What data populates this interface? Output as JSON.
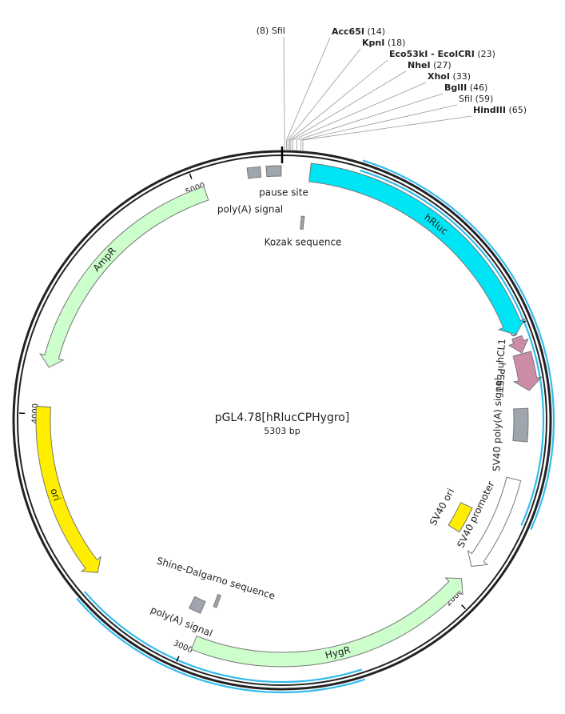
{
  "plasmid": {
    "name": "pGL4.78[hRlucCPHygro]",
    "length_label": "5303 bp",
    "length": 5303
  },
  "colors": {
    "backbone": "#222222",
    "hRluc": "#00e5f5",
    "highlight_ring": "#33bbee",
    "marker_green": "#ccffcc",
    "ori_yellow": "#ffee00",
    "grey_feature": "#a0a6ad",
    "pink_feature": "#cc8ca6",
    "outline": "#777777"
  },
  "restriction_sites": [
    {
      "name": "SfiI",
      "pos": 8,
      "pos_label": "(8)",
      "bold": false
    },
    {
      "name": "Acc65I",
      "pos": 14,
      "pos_label": "(14)",
      "bold": true
    },
    {
      "name": "KpnI",
      "pos": 18,
      "pos_label": "(18)",
      "bold": true
    },
    {
      "name": "Eco53kI - EcoICRI",
      "pos": 23,
      "pos_label": "(23)",
      "bold": true
    },
    {
      "name": "NheI",
      "pos": 27,
      "pos_label": "(27)",
      "bold": true
    },
    {
      "name": "XhoI",
      "pos": 33,
      "pos_label": "(33)",
      "bold": true
    },
    {
      "name": "BglII",
      "pos": 46,
      "pos_label": "(46)",
      "bold": true
    },
    {
      "name": "SfiI",
      "pos": 59,
      "pos_label": "(59)",
      "bold": false
    },
    {
      "name": "HindIII",
      "pos": 65,
      "pos_label": "(65)",
      "bold": true
    }
  ],
  "ticks": [
    {
      "label": "1000",
      "pos": 1000
    },
    {
      "label": "2000",
      "pos": 2000
    },
    {
      "label": "3000",
      "pos": 3000
    },
    {
      "label": "4000",
      "pos": 4000
    },
    {
      "label": "5000",
      "pos": 5000
    }
  ],
  "features": [
    {
      "id": "hRluc",
      "label": "hRluc",
      "type": "arrow",
      "start": 95,
      "end": 1030,
      "dir": 1,
      "color": "hRluc",
      "ring": "r2"
    },
    {
      "id": "hCL1",
      "label": "hCL1",
      "type": "arrow",
      "start": 1040,
      "end": 1095,
      "dir": 1,
      "color": "pink_feature",
      "ring": "r2b"
    },
    {
      "id": "hPEST",
      "label": "hPEST",
      "type": "arrow",
      "start": 1098,
      "end": 1225,
      "dir": 1,
      "color": "pink_feature",
      "ring": "r2"
    },
    {
      "id": "sv40-polya",
      "label": "SV40 poly(A) signal",
      "type": "box",
      "start": 1285,
      "end": 1400,
      "color": "grey_feature",
      "ring": "r3"
    },
    {
      "id": "sv40-promoter",
      "label": "SV40 promoter",
      "type": "arrow",
      "start": 1535,
      "end": 1880,
      "dir": 1,
      "color": "white",
      "ring": "r3"
    },
    {
      "id": "sv40-ori",
      "label": "SV40 ori",
      "type": "box",
      "start": 1690,
      "end": 1800,
      "color": "ori_yellow",
      "ring": "r5"
    },
    {
      "id": "HygR",
      "label": "HygR",
      "type": "arrow",
      "start": 1935,
      "end": 2970,
      "dir": -1,
      "color": "marker_green",
      "ring": "r3"
    },
    {
      "id": "polya2",
      "label": "poly(A) signal",
      "type": "box",
      "start": 2990,
      "end": 3040,
      "color": "grey_feature",
      "ring": "r5"
    },
    {
      "id": "shine-dalgarno",
      "label": "Shine-Dalgarno sequence",
      "type": "box",
      "start": 2936,
      "end": 2950,
      "color": "grey_feature",
      "ring": "r7"
    },
    {
      "id": "ori",
      "label": "ori",
      "type": "arrow",
      "start": 3395,
      "end": 4025,
      "dir": -1,
      "color": "ori_yellow",
      "ring": "r3"
    },
    {
      "id": "AmpR",
      "label": "AmpR",
      "type": "arrow",
      "start": 4165,
      "end": 5030,
      "dir": -1,
      "color": "marker_green",
      "ring": "r3"
    },
    {
      "id": "polya1",
      "label": "poly(A) signal",
      "type": "box",
      "start": 5186,
      "end": 5230,
      "color": "grey_feature",
      "ring": "r2b"
    },
    {
      "id": "pause-site",
      "label": "pause site",
      "type": "box",
      "start": 5250,
      "end": 5300,
      "color": "grey_feature",
      "ring": "r2b"
    },
    {
      "id": "kozak",
      "label": "Kozak sequence",
      "type": "box",
      "start": 80,
      "end": 92,
      "color": "grey_feature",
      "ring": "r6"
    }
  ],
  "highlight_arcs": [
    {
      "start": 255,
      "end": 1675
    },
    {
      "start": 2390,
      "end": 3375
    }
  ]
}
